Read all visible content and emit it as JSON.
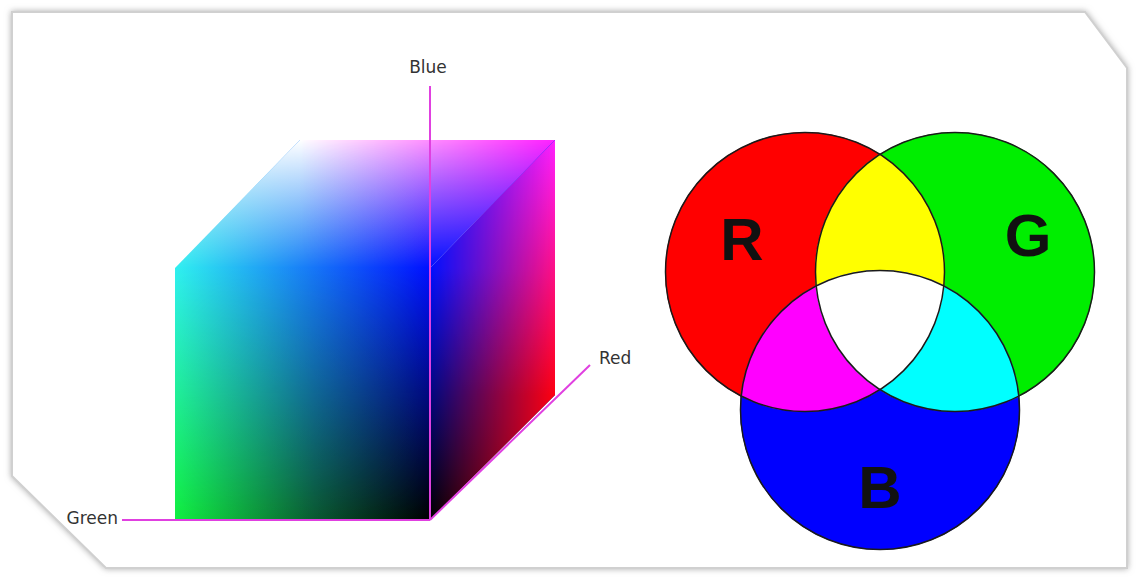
{
  "diagram": {
    "nodes": [
      {
        "text": [
          "R"
        ]
      },
      {
        "text": [
          "G"
        ]
      },
      {
        "text": [
          "B"
        ]
      }
    ],
    "labels": [
      "Blue",
      "Red",
      "Green"
    ]
  }
}
